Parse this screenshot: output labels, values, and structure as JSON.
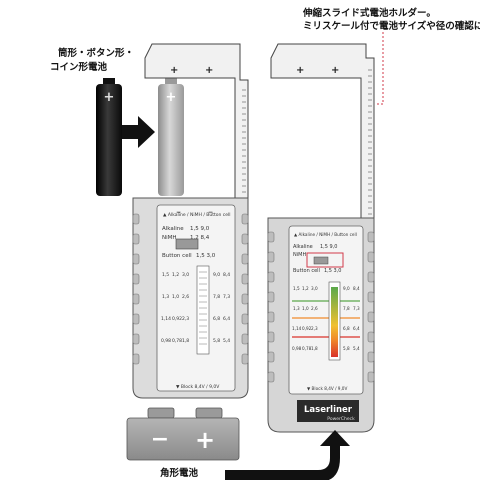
{
  "callouts": {
    "slide_holder_line1": "伸縮スライド式電池ホルダー。",
    "slide_holder_line2": "ミリスケール付で電池サイズや径の確認に重宝。",
    "cylinder_line1": "筒形・ボタン形・",
    "cylinder_line2": "コイン形電池",
    "square_battery": "角形電池"
  },
  "tester": {
    "header_text": "▲ Alkaline / NiMH / Button cell",
    "alkaline_label": "Alkaline",
    "nimh_label": "NiMH",
    "alkaline_values": "1,5  9,0",
    "nimh_values": "1,2  8,4",
    "button_cell_label": "Button cell",
    "button_cell_values": "1,5  3,0",
    "scale_rows": [
      [
        "1,5",
        "1,2",
        "3,0",
        "9,0",
        "8,4"
      ],
      [
        "1,3",
        "1,0",
        "2,6",
        "7,8",
        "7,3"
      ],
      [
        "1,14",
        "0,92",
        "2,3",
        "6,8",
        "6,4"
      ],
      [
        "0,98",
        "0,78",
        "1,8",
        "5,8",
        "5,4"
      ]
    ],
    "footer_text": "▼ Block 8,4V / 9,0V",
    "brand": "Laserliner",
    "model": "PowerCheck"
  },
  "battery_symbols": {
    "plus": "+",
    "minus": "−"
  },
  "colors": {
    "red_outline": "#d23a4a",
    "scale_green": "#5aa84a",
    "scale_orange": "#f08a2a",
    "scale_red": "#d9332a",
    "body_gray": "#c9c9c9",
    "dark": "#1a1a1a"
  }
}
